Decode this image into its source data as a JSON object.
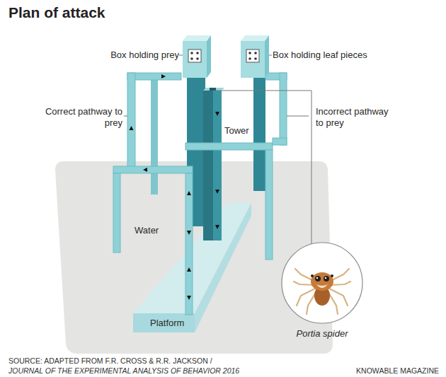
{
  "diagram": {
    "title": "Plan of attack",
    "nodes": [
      {
        "text": [
          "Portia spider"
        ]
      }
    ],
    "edges": [],
    "labels": [
      "Box holding prey",
      "Box holding leaf pieces",
      "Correct pathway to prey",
      "Incorrect pathway to prey",
      "Tower",
      "Water",
      "Platform",
      "SOURCE: ADAPTED FROM F.R. CROSS & R.R. JACKSON /",
      "JOURNAL OF THE EXPERIMENTAL ANALYSIS OF BEHAVIOR 2016",
      "KNOWABLE MAGAZINE"
    ]
  }
}
